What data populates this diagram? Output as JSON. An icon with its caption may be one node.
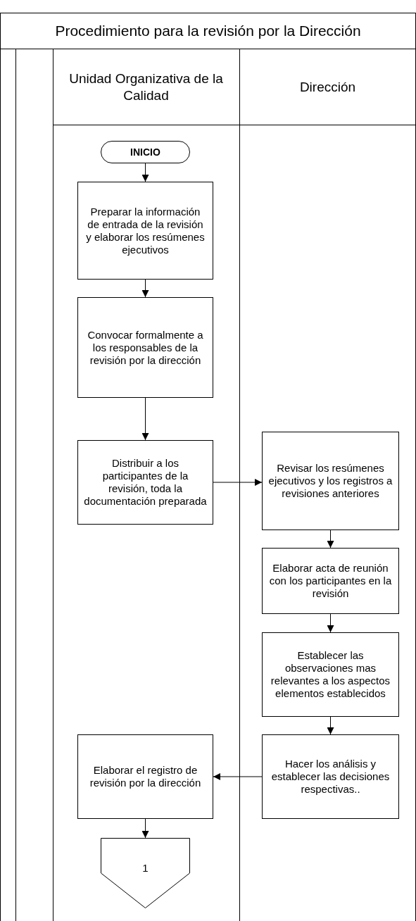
{
  "diagram": {
    "title": "Procedimiento para la revisión por la Dirección",
    "nodes": [
      {
        "text": [
          "Unidad Organizativa de la Calidad"
        ]
      },
      {
        "text": [
          "Dirección"
        ]
      },
      {
        "text": [
          "INICIO"
        ]
      },
      {
        "text": [
          "Preparar la información de entrada de la revisión y elaborar los resúmenes ejecutivos"
        ]
      },
      {
        "text": [
          "Convocar formalmente a los responsables de la revisión por la dirección"
        ]
      },
      {
        "text": [
          "Distribuir a los participantes de la revisión, toda la documentación preparada"
        ]
      },
      {
        "text": [
          "Revisar los resúmenes ejecutivos y los registros a revisiones anteriores"
        ]
      },
      {
        "text": [
          "Elaborar acta de reunión con los participantes en la revisión"
        ]
      },
      {
        "text": [
          "Establecer las observaciones mas relevantes a los aspectos elementos establecidos"
        ]
      },
      {
        "text": [
          "Hacer los análisis y establecer las decisiones respectivas.."
        ]
      },
      {
        "text": [
          "Elaborar el registro de revisión por la dirección"
        ]
      },
      {
        "text": [
          "1"
        ]
      }
    ],
    "edges": [
      {
        "from": 2,
        "to": 3,
        "arrow": "to"
      },
      {
        "from": 3,
        "to": 4,
        "arrow": "to"
      },
      {
        "from": 4,
        "to": 5,
        "arrow": "to"
      },
      {
        "from": 5,
        "to": 6,
        "arrow": "to"
      },
      {
        "from": 6,
        "to": 7,
        "arrow": "to"
      },
      {
        "from": 7,
        "to": 8,
        "arrow": "to"
      },
      {
        "from": 8,
        "to": 9,
        "arrow": "to"
      },
      {
        "from": 9,
        "to": 10,
        "arrow": "to"
      },
      {
        "from": 10,
        "to": 11,
        "arrow": "to"
      }
    ]
  }
}
